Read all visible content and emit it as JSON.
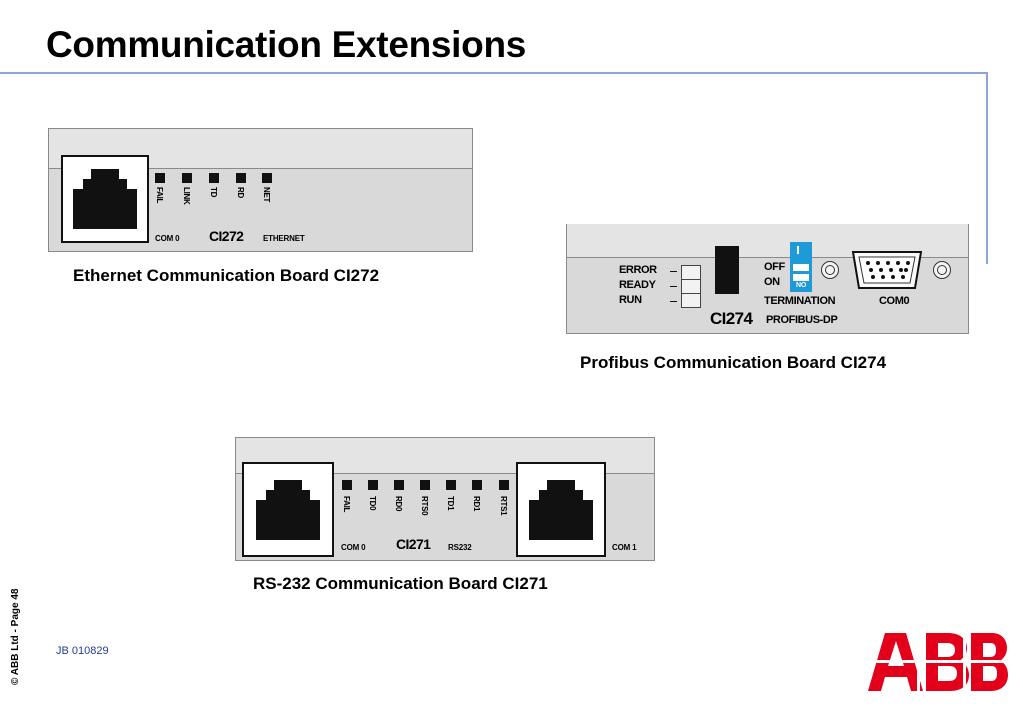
{
  "page_title": "Communication Extensions",
  "ethernet": {
    "caption": "Ethernet Communication Board CI272",
    "led_labels": [
      "FAIL",
      "LINK",
      "TD",
      "RD",
      "NET"
    ],
    "port_label": "COM 0",
    "model": "CI272",
    "type_label": "ETHERNET"
  },
  "profibus": {
    "caption": "Profibus Communication Board CI274",
    "status_labels": [
      "ERROR",
      "READY",
      "RUN"
    ],
    "switch_off": "OFF",
    "switch_on": "ON",
    "dip_text": "NO",
    "termination": "TERMINATION",
    "port_label": "COM0",
    "model": "CI274",
    "type_label": "PROFIBUS-DP"
  },
  "rs232": {
    "caption": "RS-232 Communication Board CI271",
    "led_labels": [
      "FAIL",
      "TD0",
      "RD0",
      "RTS0",
      "TD1",
      "RD1",
      "RTS1"
    ],
    "port0_label": "COM 0",
    "model": "CI271",
    "type_label": "RS232",
    "port1_label": "COM 1"
  },
  "footer": {
    "copyright": "© ABB Ltd - Page 48",
    "doc_code": "JB 010829",
    "logo_text": "ABB"
  },
  "colors": {
    "rule": "#8aa6d8",
    "logo_red": "#e2001a",
    "board_grey": "#d9d9d9",
    "dip_blue": "#1e9ad6"
  },
  "icons": [
    "rj45-port-icon",
    "d-sub-connector-icon",
    "screw-icon",
    "abb-logo"
  ]
}
